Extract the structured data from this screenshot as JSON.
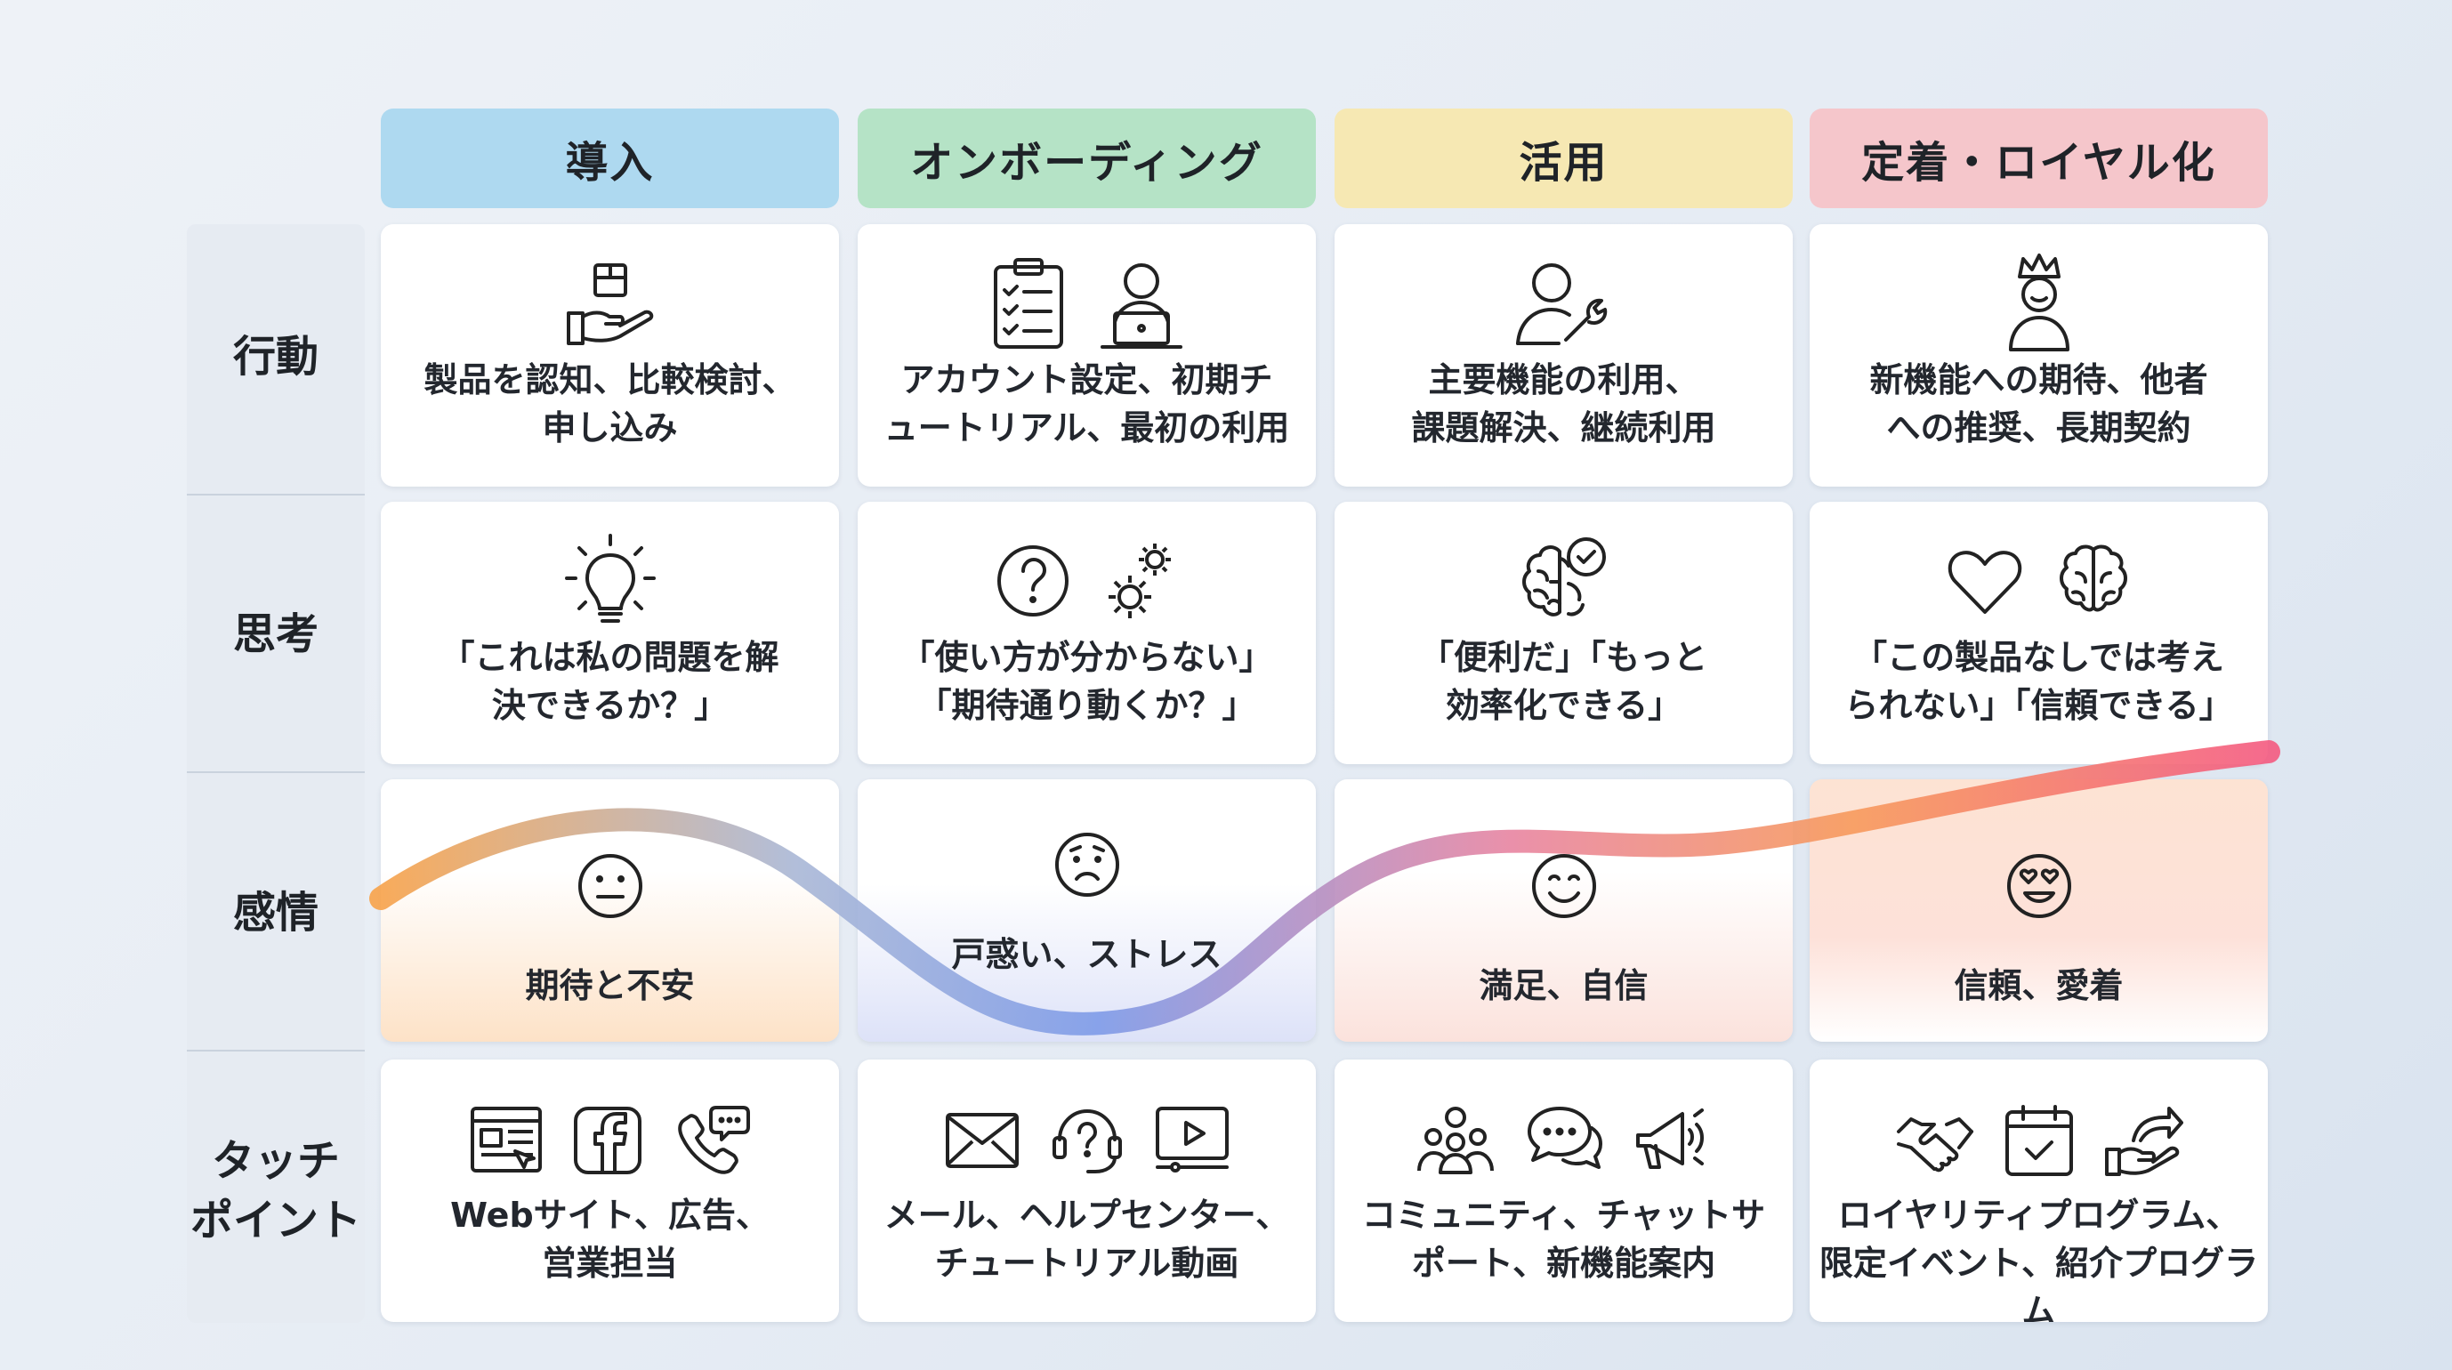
{
  "stages": [
    {
      "label": "導入",
      "color": "#aed9f0"
    },
    {
      "label": "オンボーディング",
      "color": "#b5e3c6"
    },
    {
      "label": "活用",
      "color": "#f6e8b3"
    },
    {
      "label": "定着・ロイヤル化",
      "color": "#f5c6cb"
    }
  ],
  "rows": [
    {
      "label": "行動"
    },
    {
      "label": "思考"
    },
    {
      "label": "感情"
    },
    {
      "label": "タッチ\nポイント"
    }
  ],
  "cells": {
    "action": [
      {
        "text": "製品を認知、比較検討、\n申し込み",
        "icons": [
          "package-hand-icon"
        ]
      },
      {
        "text": "アカウント設定、初期チ\nュートリアル、最初の利用",
        "icons": [
          "checklist-icon",
          "user-laptop-icon"
        ]
      },
      {
        "text": "主要機能の利用、\n課題解決、継続利用",
        "icons": [
          "user-wrench-icon"
        ]
      },
      {
        "text": "新機能への期待、他者\nへの推奨、長期契約",
        "icons": [
          "crowned-user-icon"
        ]
      }
    ],
    "thought": [
      {
        "text": "「これは私の問題を解\n決できるか？」",
        "icons": [
          "lightbulb-icon"
        ]
      },
      {
        "text": "「使い方が分からない」\n「期待通り動くか？」",
        "icons": [
          "question-icon",
          "gears-icon"
        ]
      },
      {
        "text": "「便利だ」「もっと\n効率化できる」",
        "icons": [
          "brain-check-icon"
        ]
      },
      {
        "text": "「この製品なしでは考え\nられない」「信頼できる」",
        "icons": [
          "heart-icon",
          "brain-icon"
        ]
      }
    ],
    "emotion": [
      {
        "text": "期待と不安",
        "icons": [
          "neutral-face-icon"
        ]
      },
      {
        "text": "戸惑い、ストレス",
        "icons": [
          "worried-face-icon"
        ]
      },
      {
        "text": "満足、自信",
        "icons": [
          "smile-face-icon"
        ]
      },
      {
        "text": "信頼、愛着",
        "icons": [
          "heart-eyes-face-icon"
        ]
      }
    ],
    "touchpoint": [
      {
        "text": "Webサイト、広告、\n営業担当",
        "icons": [
          "website-icon",
          "facebook-icon",
          "phone-chat-icon"
        ]
      },
      {
        "text": "メール、ヘルプセンター、\nチュートリアル動画",
        "icons": [
          "mail-icon",
          "support-headset-icon",
          "video-icon"
        ]
      },
      {
        "text": "コミュニティ、チャットサ\nポート、新機能案内",
        "icons": [
          "community-icon",
          "chat-icon",
          "megaphone-icon"
        ]
      },
      {
        "text": "ロイヤリティプログラム、\n限定イベント、紹介プログラム",
        "icons": [
          "handshake-icon",
          "calendar-check-icon",
          "share-hand-icon"
        ]
      }
    ]
  },
  "emotion_curve": {
    "levels": [
      0.55,
      0.15,
      0.65,
      0.9
    ],
    "colors": [
      "#f7a24a",
      "#7e9be8",
      "#f08a7a",
      "#f45a80"
    ]
  }
}
